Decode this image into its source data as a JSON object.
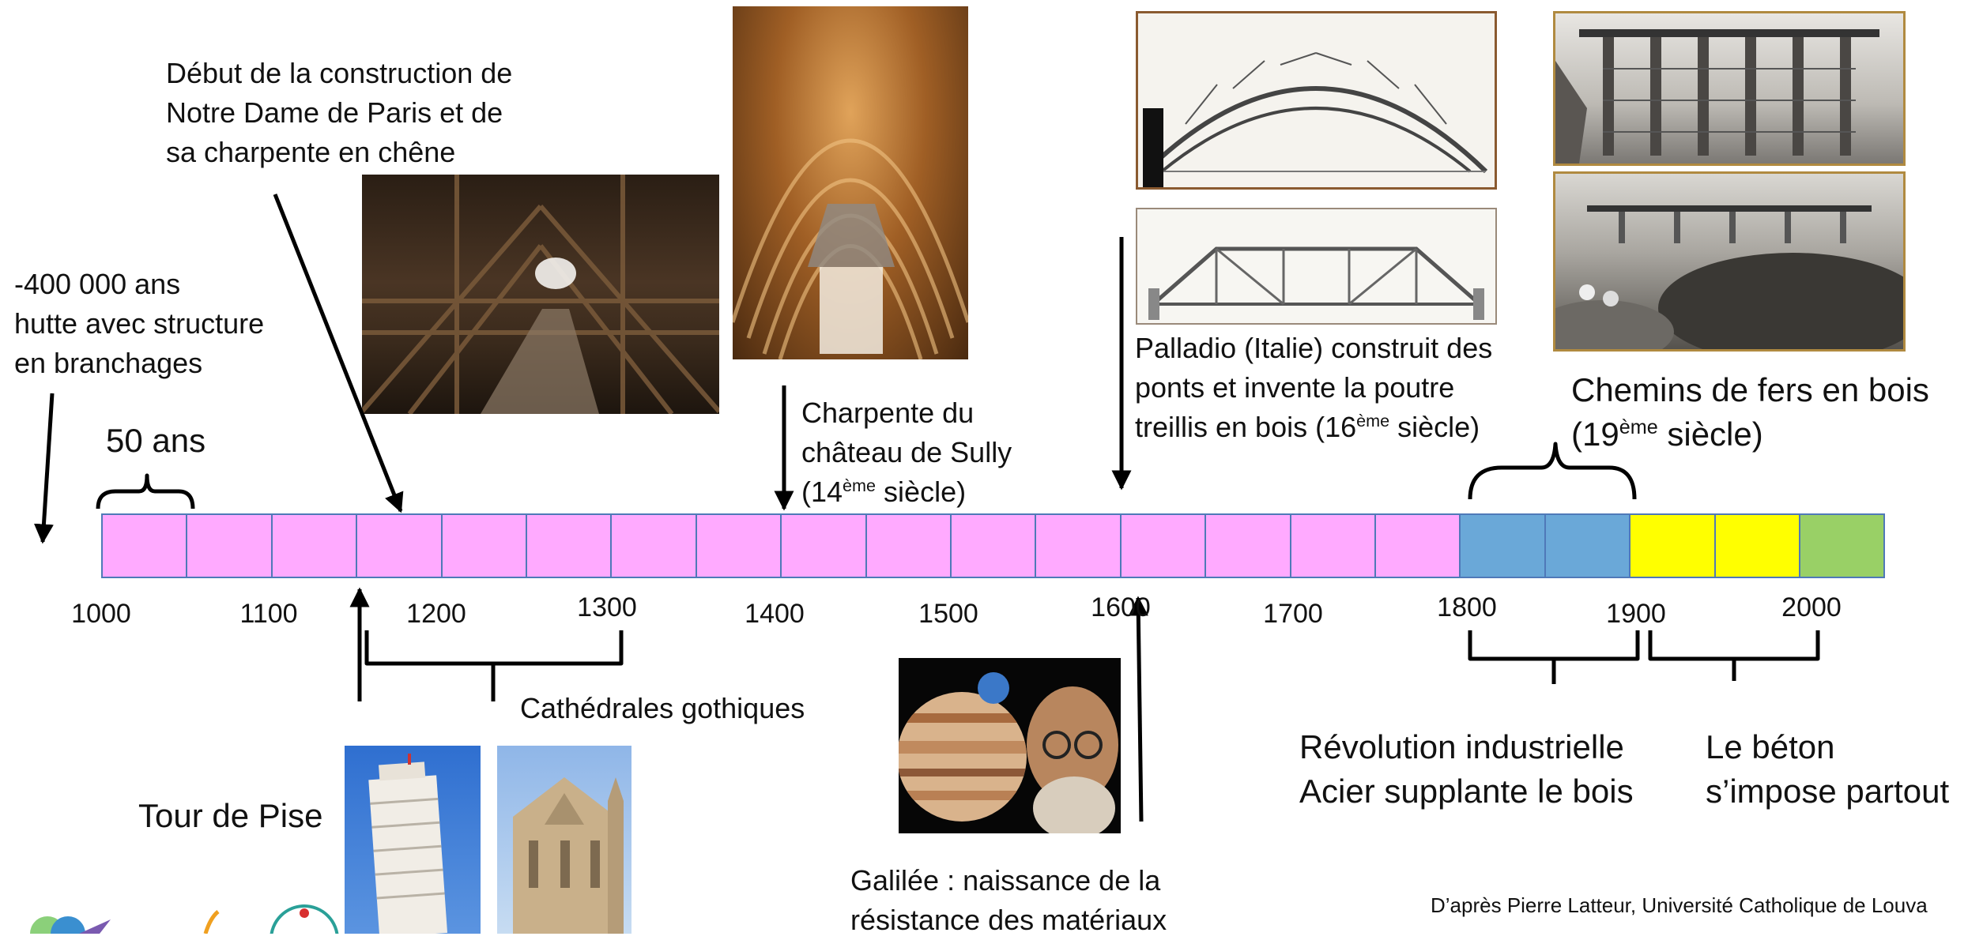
{
  "timeline": {
    "years": [
      "1000",
      "1100",
      "1200",
      "1300",
      "1400",
      "1500",
      "1600",
      "1700",
      "1800",
      "1900",
      "2000"
    ],
    "eras": [
      {
        "color": "#ffaaff",
        "segments": 16
      },
      {
        "color": "#6aa8d8",
        "segments": 2
      },
      {
        "color": "#ffff00",
        "segments": 2
      },
      {
        "color": "#99d066",
        "segments": 1
      }
    ],
    "scale_label": "50 ans"
  },
  "annotations": {
    "hut_line1": "-400 000 ans",
    "hut_line2": "hutte avec structure",
    "hut_line3": "en branchages",
    "notre_dame_line1": "Début de la construction de",
    "notre_dame_line2": "Notre Dame de Paris et de",
    "notre_dame_line3": "sa charpente en chêne",
    "sully_line1": "Charpente du",
    "sully_line2": "château de Sully",
    "sully_line3_pre": "(14",
    "sully_line3_sup": "ème",
    "sully_line3_post": " siècle)",
    "palladio_line1": "Palladio (Italie) construit des",
    "palladio_line2": "ponts et invente la poutre",
    "palladio_line3_pre": "treillis en bois (16",
    "palladio_line3_sup": "ème",
    "palladio_line3_post": " siècle)",
    "rail_line1": "Chemins de fers en bois",
    "rail_line2_pre": "(19",
    "rail_line2_sup": "ème",
    "rail_line2_post": " siècle)",
    "gothic": "Cathédrales gothiques",
    "pisa": "Tour de Pise",
    "galileo_line1": "Galilée : naissance de la",
    "galileo_line2": "résistance des matériaux",
    "industrial_line1": "Révolution industrielle",
    "industrial_line2": "Acier supplante le bois",
    "concrete_line1": "Le béton",
    "concrete_line2": "s’impose partout",
    "credit": "D’après Pierre Latteur, Université Catholique de Louva"
  }
}
